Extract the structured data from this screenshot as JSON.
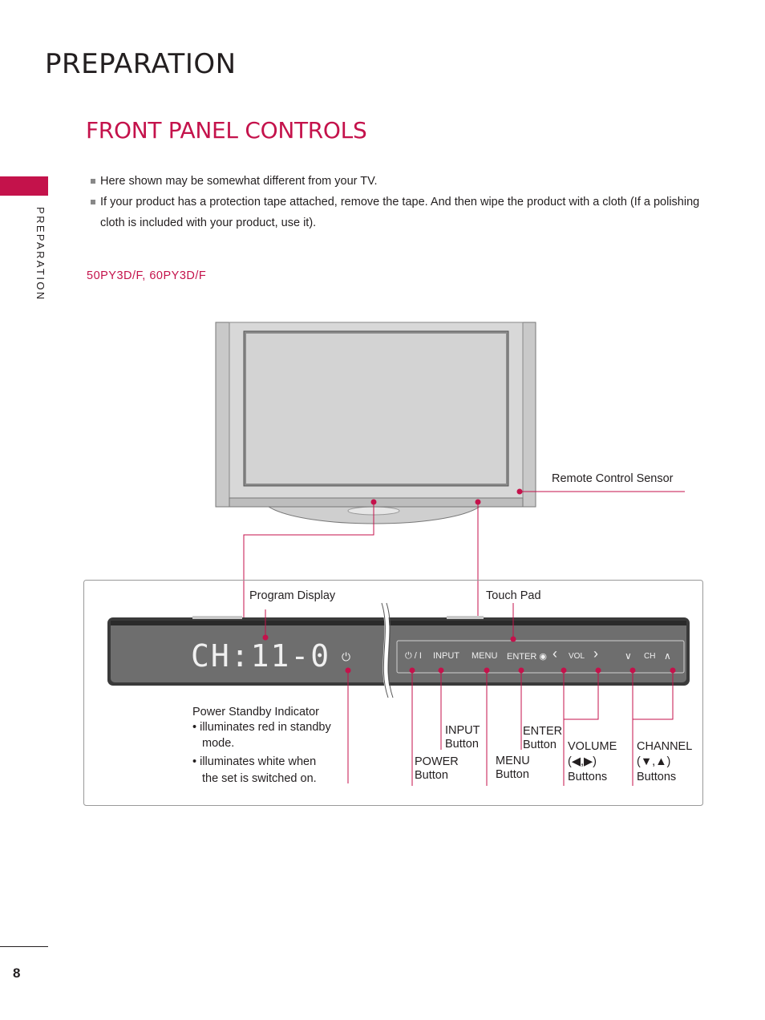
{
  "header": {
    "section_title": "PREPARATION",
    "side_tab_label": "PREPARATION"
  },
  "page": {
    "title": "FRONT PANEL CONTROLS",
    "number": "8"
  },
  "notes": [
    "Here shown may be somewhat different from your TV.",
    "If your product has a protection tape attached, remove the tape. And then wipe the product with a cloth (If a polishing cloth is included with your product, use it)."
  ],
  "model": "50PY3D/F, 60PY3D/F",
  "labels": {
    "remote_sensor": "Remote Control Sensor",
    "program_display": "Program Display",
    "touch_pad": "Touch Pad",
    "standby_title": "Power Standby Indicator",
    "standby_line1": "• illuminates red in standby",
    "standby_line2": "mode.",
    "standby_line3": "• illuminates white when",
    "standby_line4": "the set is switched on.",
    "input_1": "INPUT",
    "input_2": "Button",
    "power_1": "POWER",
    "power_2": "Button",
    "menu_1": "MENU",
    "menu_2": "Button",
    "enter_1": "ENTER",
    "enter_2": "Button",
    "volume_1": "VOLUME",
    "volume_2": "(◀,▶)",
    "volume_3": "Buttons",
    "channel_1": "CHANNEL",
    "channel_2": "(▼,▲)",
    "channel_3": "Buttons"
  },
  "panel": {
    "display_text": "CH:11-0",
    "btn_power": "⏻ / I",
    "btn_input": "INPUT",
    "btn_menu": "MENU",
    "btn_enter": "ENTER ◉",
    "btn_vol": "VOL",
    "btn_ch": "CH"
  },
  "colors": {
    "accent": "#c4124b",
    "leader": "#c4124b"
  }
}
